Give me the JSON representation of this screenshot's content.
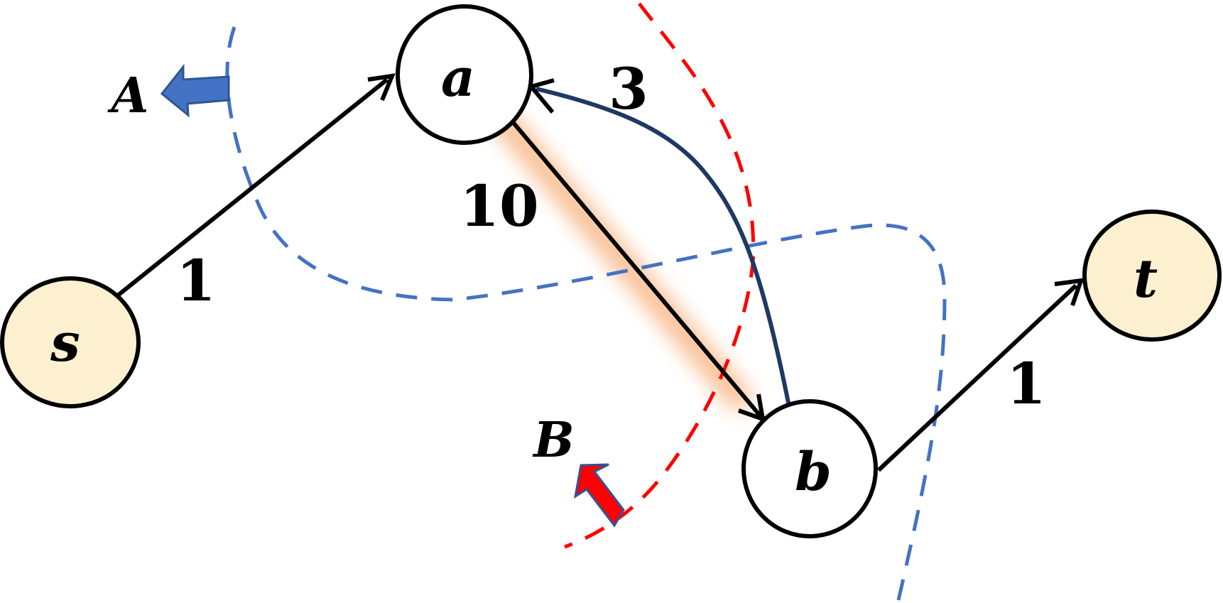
{
  "nodes": [
    {
      "id": "s",
      "label": "s",
      "fill": "#fdf0d0"
    },
    {
      "id": "a",
      "label": "a",
      "fill": "#ffffff"
    },
    {
      "id": "b",
      "label": "b",
      "fill": "#ffffff"
    },
    {
      "id": "t",
      "label": "t",
      "fill": "#fdf0d0"
    }
  ],
  "edges": [
    {
      "from": "s",
      "to": "a",
      "weight": "1"
    },
    {
      "from": "a",
      "to": "b",
      "weight": "10",
      "highlighted": true
    },
    {
      "from": "b",
      "to": "a",
      "weight": "3"
    },
    {
      "from": "b",
      "to": "t",
      "weight": "1"
    }
  ],
  "cuts": [
    {
      "label": "A",
      "color": "#4472c4",
      "style": "dashed"
    },
    {
      "label": "B",
      "color": "#ff0000",
      "style": "dashed"
    }
  ],
  "colors": {
    "edge": "#000000",
    "back_edge": "#1f3864",
    "highlight_glow": "#f4a460",
    "cut_a": "#4472c4",
    "cut_b": "#ff0000",
    "arrow_a_fill": "#4472c4",
    "arrow_b_fill": "#ff0000"
  }
}
